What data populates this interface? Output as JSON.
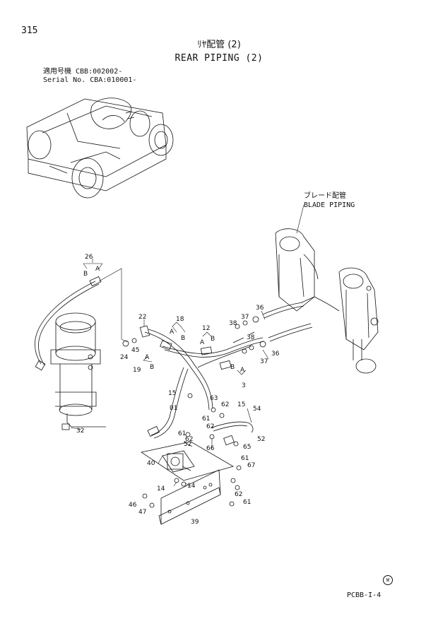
{
  "page_number": "315",
  "title_jp": "ﾘﾔ配管 (2)",
  "title_en": "REAR PIPING (2)",
  "serial_line_1": "適用号機 CBB:002002-",
  "serial_line_2": "Serial No. CBA:010001-",
  "callout_jp": "ブレード配管",
  "callout_en": "BLADE PIPING",
  "footer_code": "PCBB-I-4",
  "footer_mark": "W",
  "part_labels": [
    {
      "id": "l26",
      "text": "26"
    },
    {
      "id": "lB1",
      "text": "B"
    },
    {
      "id": "lA1",
      "text": "A"
    },
    {
      "id": "l32",
      "text": "32"
    },
    {
      "id": "l22",
      "text": "22"
    },
    {
      "id": "l24",
      "text": "24"
    },
    {
      "id": "l45",
      "text": "45"
    },
    {
      "id": "l19",
      "text": "19"
    },
    {
      "id": "lB2",
      "text": "B"
    },
    {
      "id": "lA2",
      "text": "A"
    },
    {
      "id": "l18",
      "text": "18"
    },
    {
      "id": "lA3",
      "text": "A"
    },
    {
      "id": "lB3",
      "text": "B"
    },
    {
      "id": "l12",
      "text": "12"
    },
    {
      "id": "lA4",
      "text": "A"
    },
    {
      "id": "lB4",
      "text": "B"
    },
    {
      "id": "l38a",
      "text": "38"
    },
    {
      "id": "l37a",
      "text": "37"
    },
    {
      "id": "l36a",
      "text": "36"
    },
    {
      "id": "l38b",
      "text": "38"
    },
    {
      "id": "l37b",
      "text": "37"
    },
    {
      "id": "l36b",
      "text": "36"
    },
    {
      "id": "lB5",
      "text": "B"
    },
    {
      "id": "lA5",
      "text": "A"
    },
    {
      "id": "l3",
      "text": "3"
    },
    {
      "id": "l15a",
      "text": "15"
    },
    {
      "id": "l01",
      "text": "01"
    },
    {
      "id": "l63",
      "text": "63"
    },
    {
      "id": "l62a",
      "text": "62"
    },
    {
      "id": "l15b",
      "text": "15"
    },
    {
      "id": "l54",
      "text": "54"
    },
    {
      "id": "l61a",
      "text": "61"
    },
    {
      "id": "l62b",
      "text": "62"
    },
    {
      "id": "l52a",
      "text": "52"
    },
    {
      "id": "l61b",
      "text": "61"
    },
    {
      "id": "l62c",
      "text": "62"
    },
    {
      "id": "l52b",
      "text": "52"
    },
    {
      "id": "l65",
      "text": "65"
    },
    {
      "id": "l40",
      "text": "40"
    },
    {
      "id": "l66",
      "text": "66"
    },
    {
      "id": "l61c",
      "text": "61"
    },
    {
      "id": "l67",
      "text": "67"
    },
    {
      "id": "l14a",
      "text": "14"
    },
    {
      "id": "l14b",
      "text": "14"
    },
    {
      "id": "l46",
      "text": "46"
    },
    {
      "id": "l47",
      "text": "47"
    },
    {
      "id": "l62d",
      "text": "62"
    },
    {
      "id": "l61d",
      "text": "61"
    },
    {
      "id": "l39",
      "text": "39"
    }
  ]
}
